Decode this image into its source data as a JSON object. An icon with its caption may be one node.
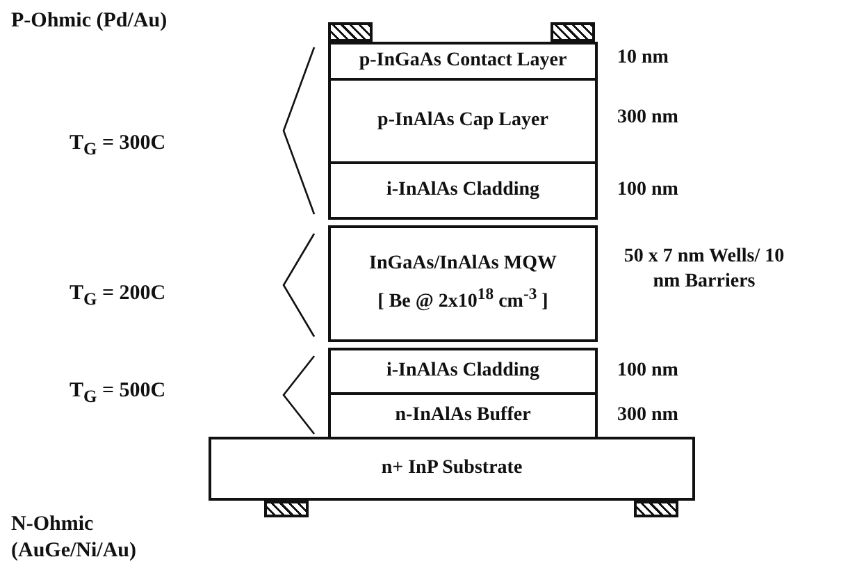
{
  "diagram": {
    "nodes": [
      {
        "text": [],
        "shape": "box"
      },
      {
        "text": [],
        "shape": "box"
      },
      {
        "text": [
          "p-InGaAs Contact Layer"
        ],
        "beside": [
          "10 nm"
        ]
      },
      {
        "text": [
          "p-InAlAs Cap Layer"
        ],
        "beside": [
          "300 nm"
        ]
      },
      {
        "text": [
          "i-InAlAs Cladding"
        ],
        "beside": [
          "100 nm"
        ]
      },
      {
        "text": [
          "InGaAs/InAlAs MQW",
          "[ Be @ 2x10$^{18}$ cm$^{-3}$ ]"
        ],
        "beside": [
          "50 x 7 nm Wells/ 10 nm Barriers"
        ]
      },
      {
        "text": [
          "i-InAlAs Cladding"
        ],
        "beside": [
          "100 nm"
        ]
      },
      {
        "text": [
          "n-InAlAs Buffer"
        ],
        "beside": [
          "300 nm"
        ]
      },
      {
        "text": [
          "n+ InP Substrate"
        ]
      },
      {
        "text": [],
        "shape": "box"
      },
      {
        "text": [],
        "shape": "box"
      }
    ],
    "edges": [],
    "labels": [
      "P-Ohmic (Pd/Au)",
      "T$_{G}$ = 300C",
      "T$_{G}$ = 200C",
      "T$_{G}$ = 500C",
      "N-Ohmic (AuGe/Ni/Au)"
    ]
  }
}
